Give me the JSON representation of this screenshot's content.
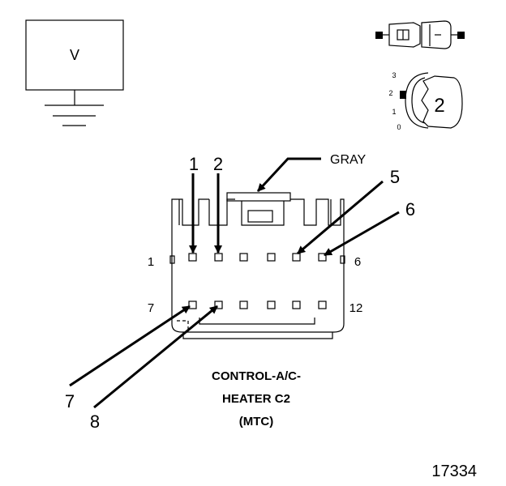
{
  "meter": {
    "label": "V"
  },
  "switch_positions": [
    "3",
    "2",
    "1",
    "0"
  ],
  "knob_label": "2",
  "wire_color_label": "GRAY",
  "callouts": {
    "c1": "1",
    "c2": "2",
    "c5": "5",
    "c6": "6",
    "c7": "7",
    "c8": "8"
  },
  "pin_labels": {
    "top_left": "1",
    "top_right": "6",
    "bottom_left": "7",
    "bottom_right": "12"
  },
  "caption": [
    "CONTROL-A/C-",
    "HEATER C2",
    "(MTC)"
  ],
  "figure_number": "17334"
}
